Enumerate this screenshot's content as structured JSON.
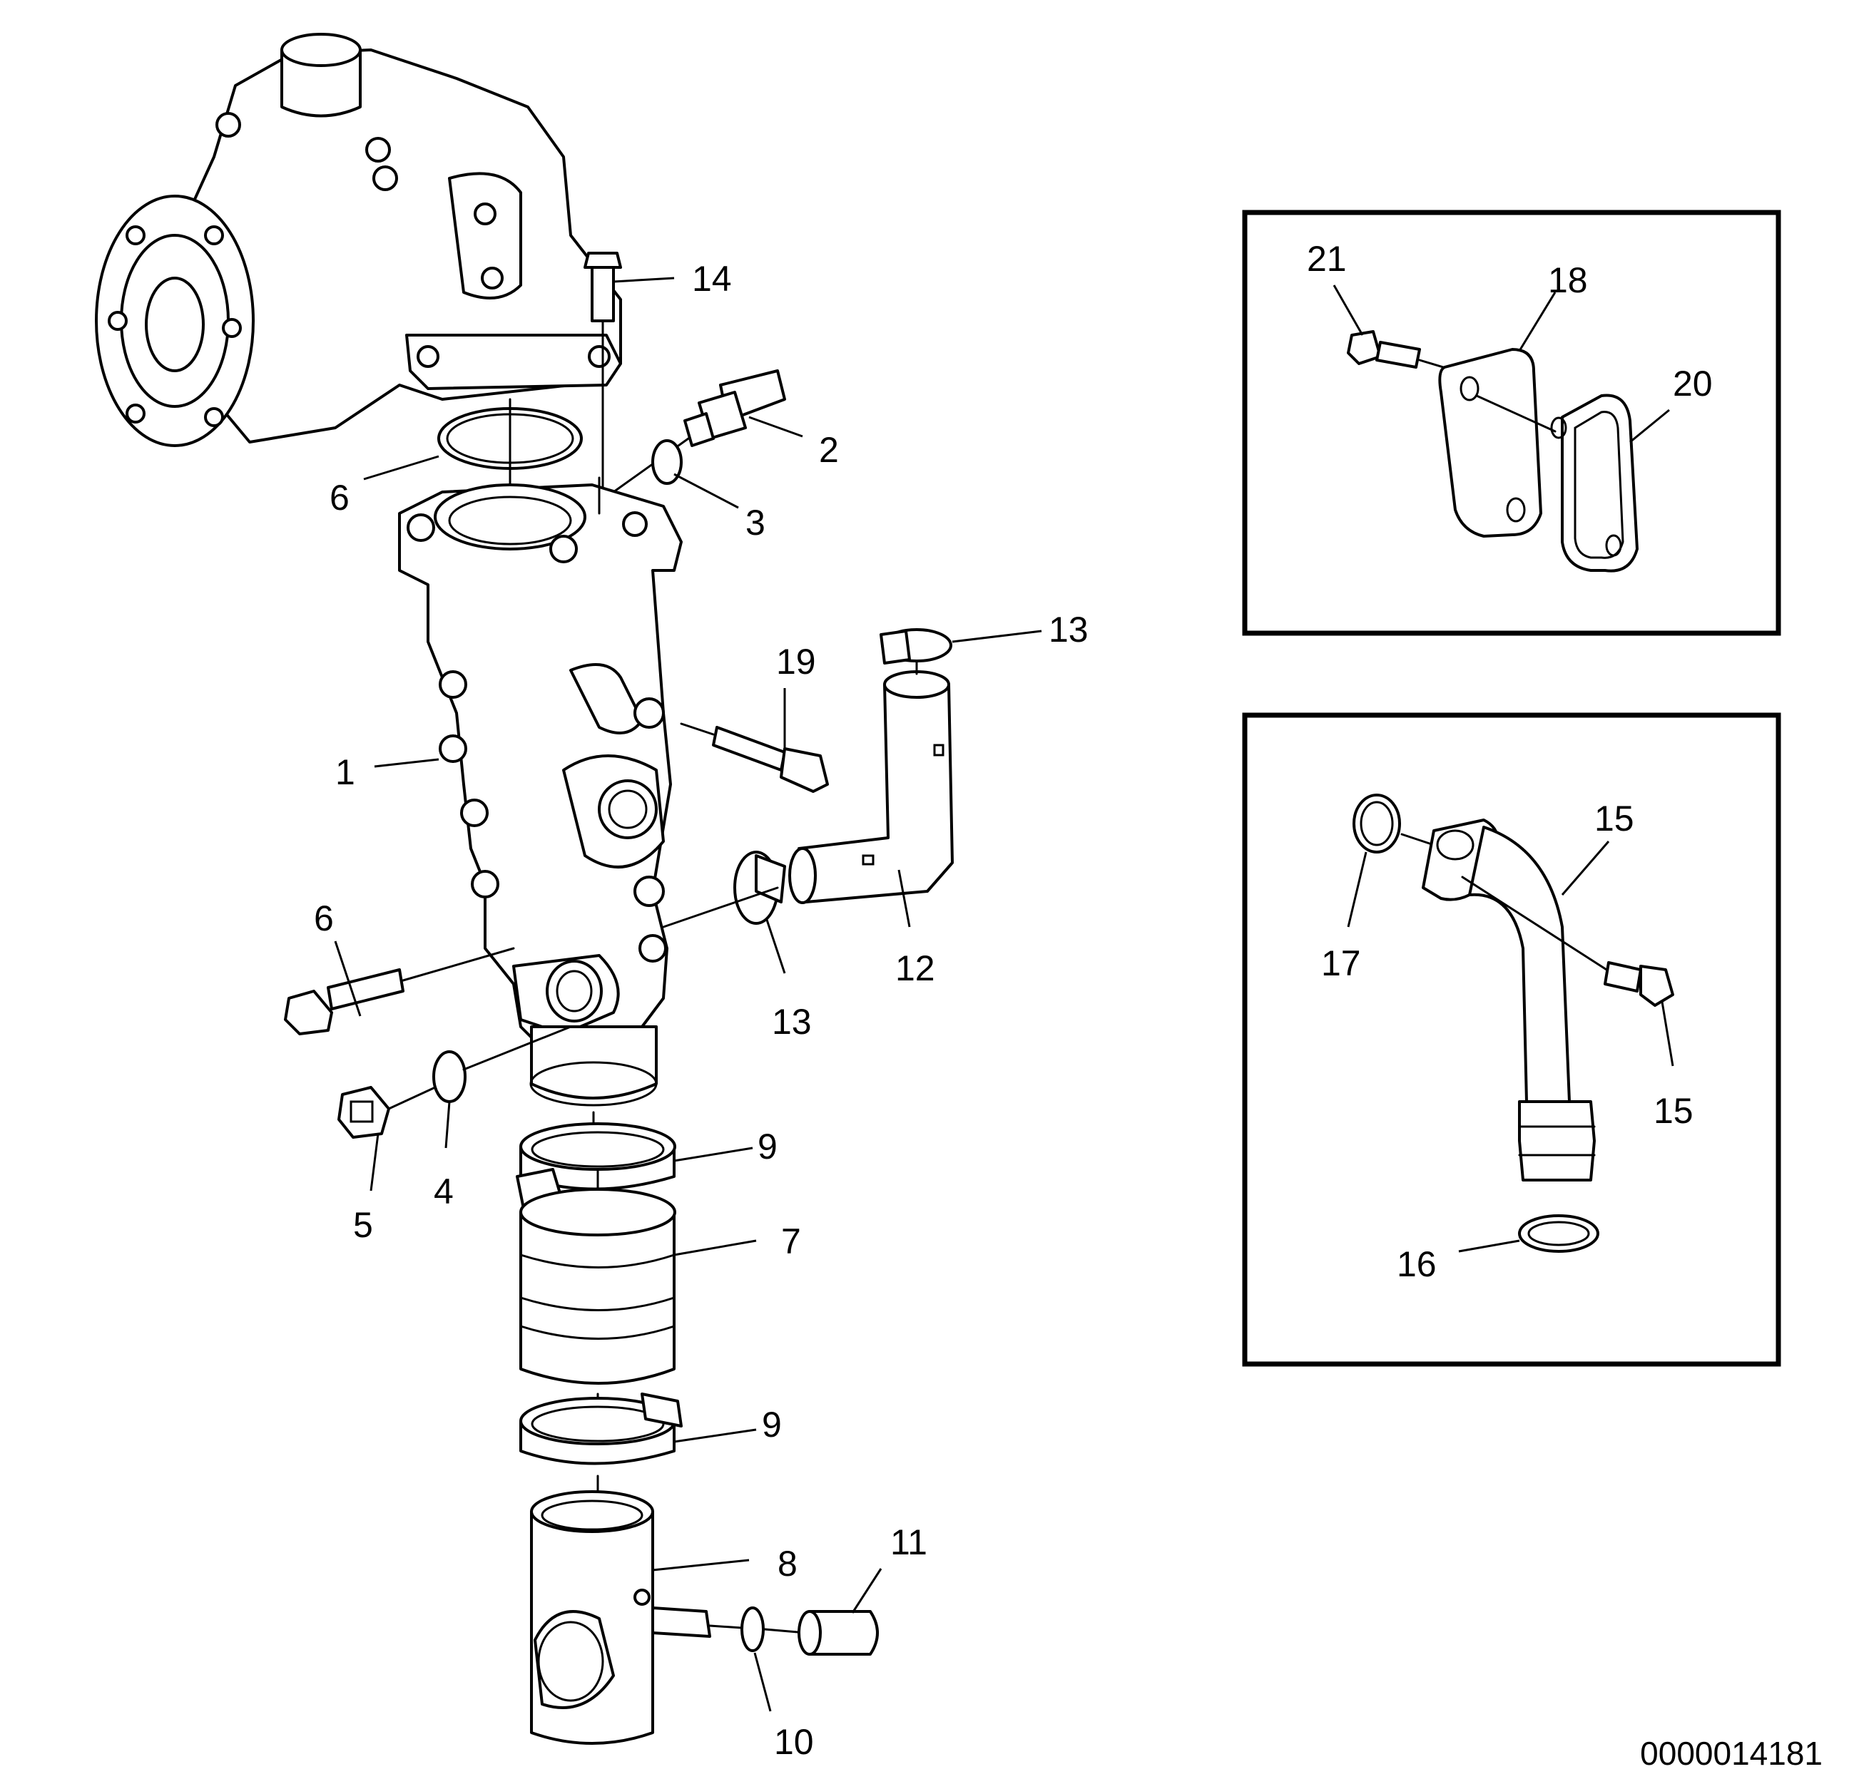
{
  "document_number": "0000014181",
  "callouts": {
    "c1": "1",
    "c2": "2",
    "c3": "3",
    "c4": "4",
    "c5": "5",
    "c6a": "6",
    "c6b": "6",
    "c7": "7",
    "c8": "8",
    "c9a": "9",
    "c9b": "9",
    "c10": "10",
    "c11": "11",
    "c12": "12",
    "c13a": "13",
    "c13b": "13",
    "c14": "14",
    "c15a": "15",
    "c15b": "15",
    "c16": "16",
    "c17": "17",
    "c18": "18",
    "c19": "19",
    "c20": "20",
    "c21": "21"
  }
}
